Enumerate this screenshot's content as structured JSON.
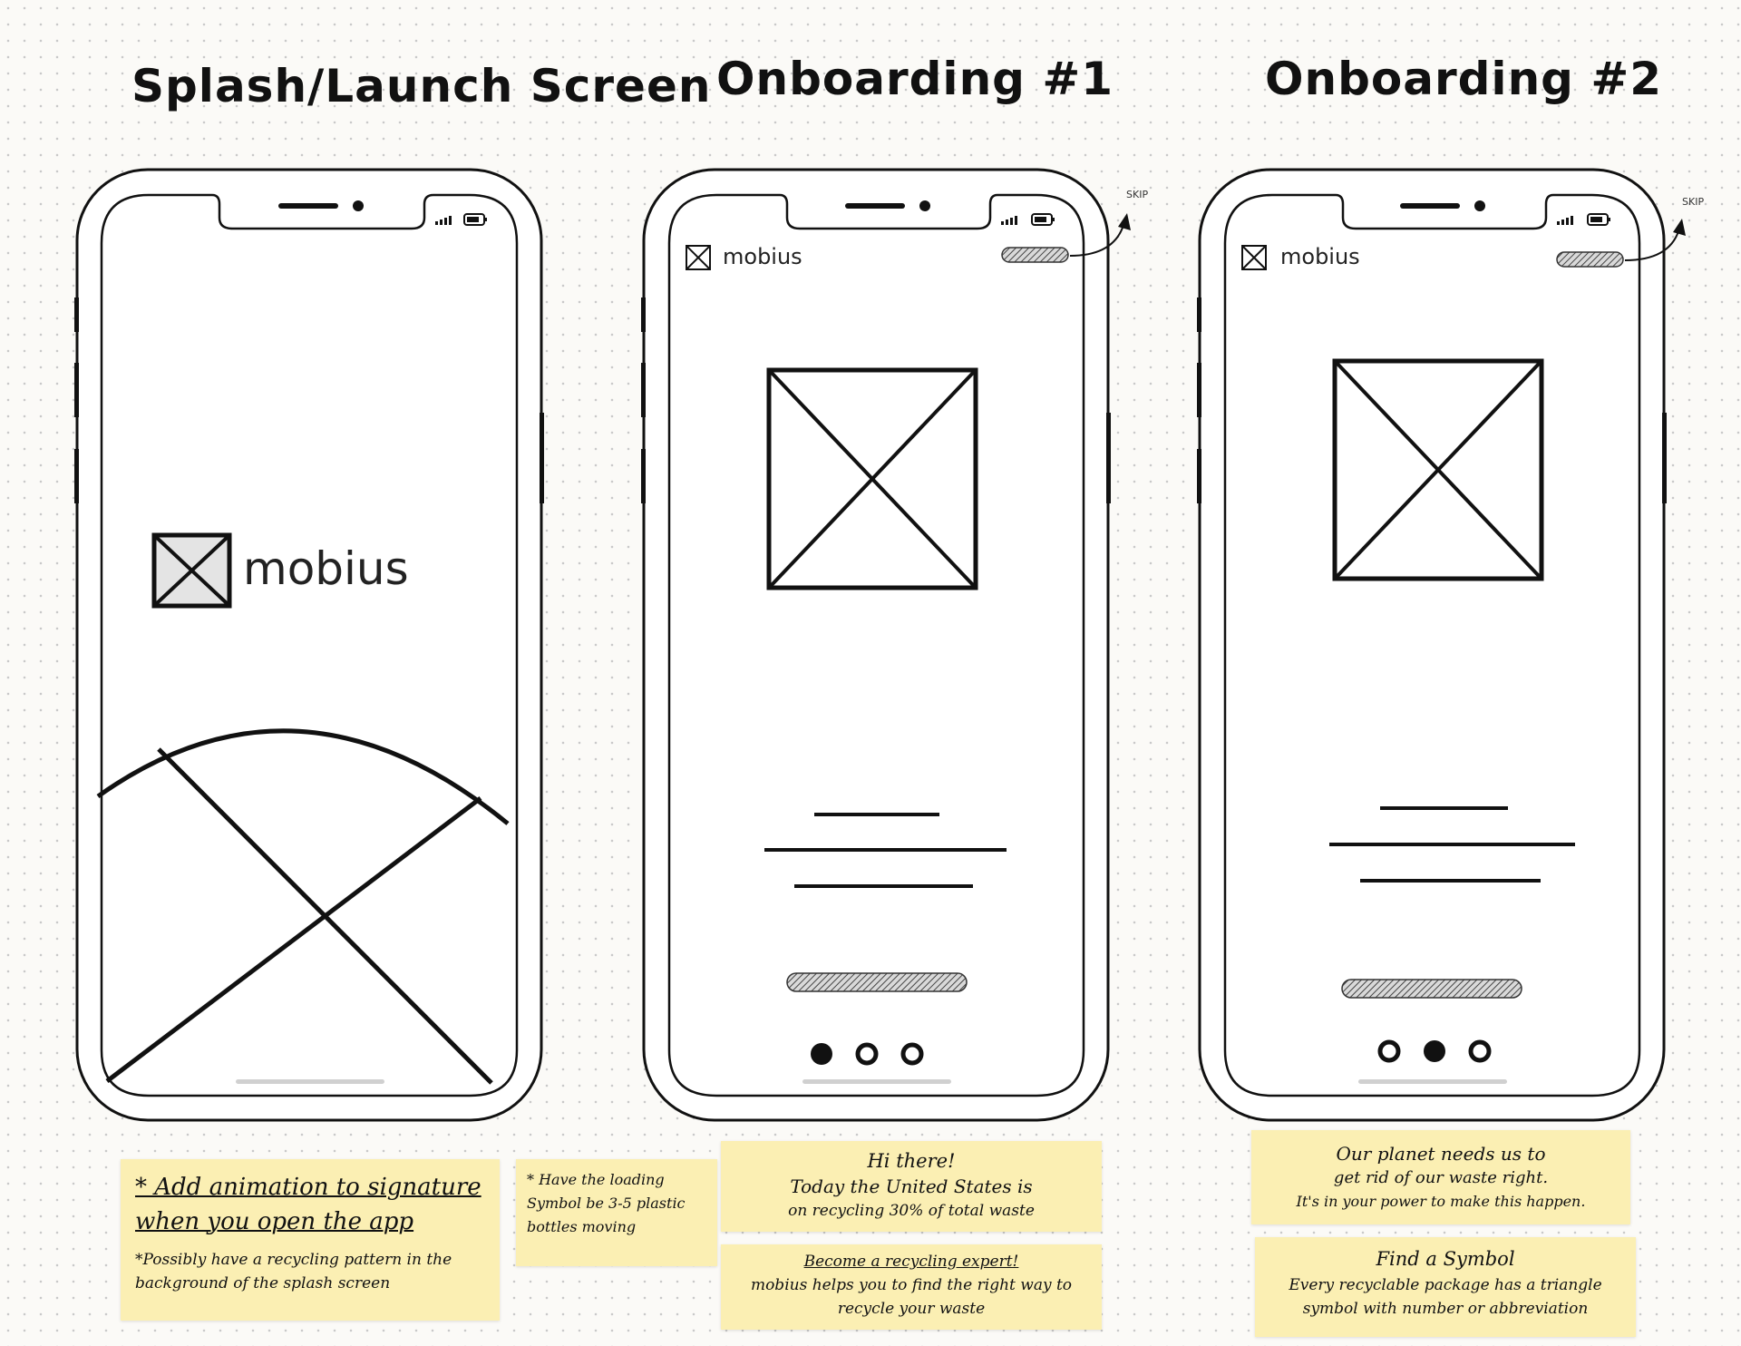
{
  "titles": {
    "splash": "Splash/Launch Screen",
    "onboarding1": "Onboarding #1",
    "onboarding2": "Onboarding #2"
  },
  "brand": {
    "name": "mobius"
  },
  "skip_label": "SKIP",
  "notes": {
    "splash_animation": {
      "main": "* Add animation to signature when you open the app",
      "sub": "*Possibly have a recycling pattern in the background of the splash screen"
    },
    "loading": "* Have the loading Symbol be 3-5 plastic bottles moving",
    "onboarding1_intro": {
      "line1": "Hi there!",
      "line2": "Today the United States is",
      "line3": "on recycling 30% of total waste"
    },
    "onboarding1_expert": {
      "title": "Become a recycling expert!",
      "body": "mobius helps you to find the right way to recycle your waste"
    },
    "onboarding2_planet": {
      "line1": "Our planet needs us to",
      "line2": "get rid of our waste right.",
      "line3": "It's in your power to make this happen."
    },
    "onboarding2_symbol": {
      "title": "Find a Symbol",
      "body": "Every recyclable package has a triangle symbol with number or abbreviation"
    }
  },
  "pagination": {
    "onboarding1_active_index": 0,
    "onboarding2_active_index": 1,
    "dot_count": 3
  },
  "colors": {
    "sticky_note": "#fbefb3",
    "ink": "#111111"
  }
}
